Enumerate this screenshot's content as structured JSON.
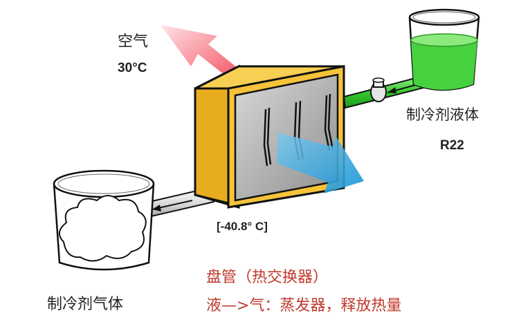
{
  "labels": {
    "air": "空气",
    "air_temp": "30°C",
    "refrigerant_liquid": "制冷剂液体",
    "refrigerant_name": "R22",
    "coil_temp": "[-40.8° C]",
    "refrigerant_gas": "制冷剂气体",
    "coil_title": "盘管（热交换器）",
    "process": "液—>气：蒸发器，释放热量"
  },
  "colors": {
    "coil_frame": "#f5c23a",
    "liquid": "#3fcf3f",
    "air_arrow": "#f2606e",
    "cold_air_arrow": "#1c9ed8",
    "caption": "#c0392b"
  }
}
